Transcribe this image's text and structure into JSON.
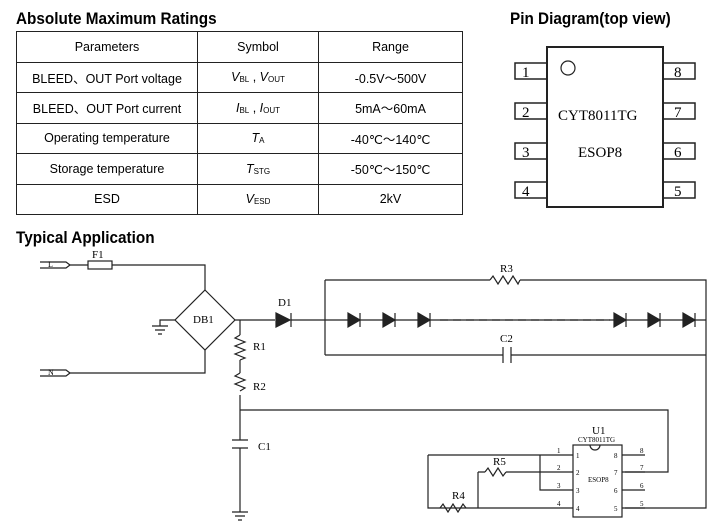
{
  "ratings": {
    "title": "Absolute Maximum Ratings",
    "headers": [
      "Parameters",
      "Symbol",
      "Range"
    ],
    "rows": [
      {
        "param": "BLEED、OUT Port voltage",
        "sym1": "V",
        "sub1": "BL",
        "sep": " , ",
        "sym2": "V",
        "sub2": "OUT",
        "range": "-0.5V～500V"
      },
      {
        "param": "BLEED、OUT Port current",
        "sym1": "I",
        "sub1": "BL",
        "sep": " , ",
        "sym2": "I",
        "sub2": "OUT",
        "range": "5mA～60mA"
      },
      {
        "param": "Operating temperature",
        "sym1": "T",
        "sub1": "A",
        "range": "-40℃～140℃"
      },
      {
        "param": "Storage temperature",
        "sym1": "T",
        "sub1": "STG",
        "range": "-50℃～150℃"
      },
      {
        "param": "ESD",
        "sym1": "V",
        "sub1": "ESD",
        "range": "2kV"
      }
    ]
  },
  "pin_diagram": {
    "title": "Pin Diagram(top view)",
    "part": "CYT8011TG",
    "package": "ESOP8",
    "pins_left": [
      "1",
      "2",
      "3",
      "4"
    ],
    "pins_right": [
      "8",
      "7",
      "6",
      "5"
    ]
  },
  "application": {
    "title": "Typical Application",
    "labels": {
      "L": "L",
      "N": "N",
      "F1": "F1",
      "DB1": "DB1",
      "D1": "D1",
      "R1": "R1",
      "R2": "R2",
      "C1": "C1",
      "R3": "R3",
      "C2": "C2",
      "U1": "U1",
      "R4": "R4",
      "R5": "R5",
      "chip": "CYT8011TG",
      "pkg": "ESOP8"
    },
    "pins": [
      "1",
      "2",
      "3",
      "4",
      "5",
      "6",
      "7",
      "8"
    ]
  }
}
